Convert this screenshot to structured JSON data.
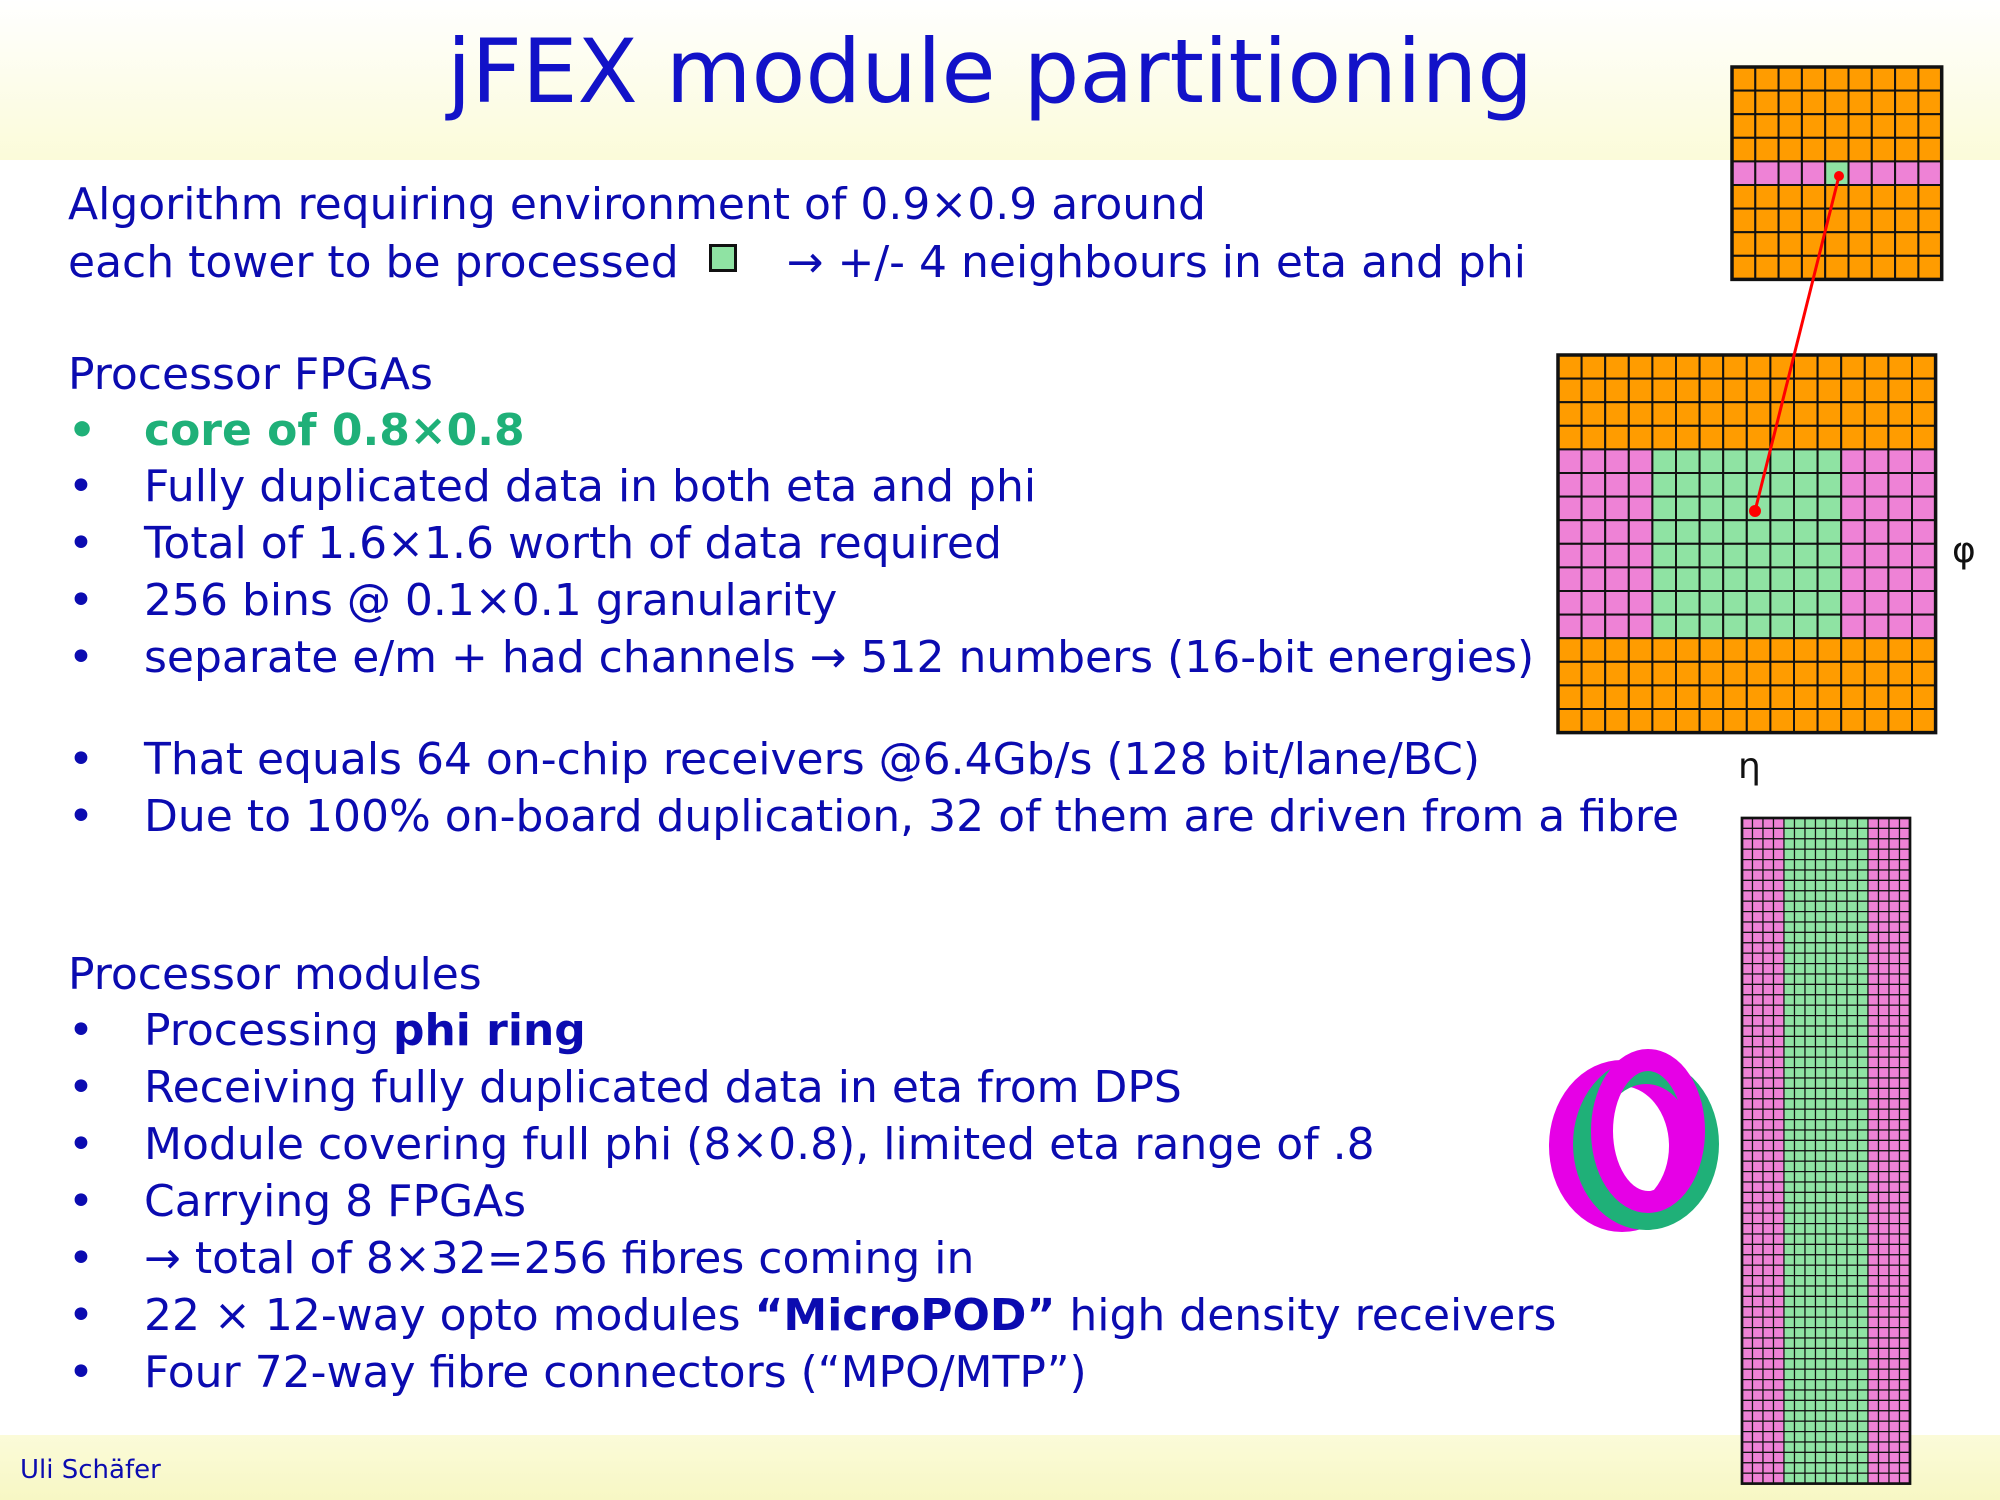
{
  "title": "jFEX module partitioning",
  "intro": {
    "line1": "Algorithm requiring environment of 0.9×0.9 around",
    "line2_before": "each tower to be processed",
    "line2_after": "→ +/- 4 neighbours in eta and phi"
  },
  "fpgas": {
    "heading": "Processor FPGAs",
    "bullet_char": "•",
    "items": [
      "core of 0.8×0.8",
      "Fully duplicated data in both eta and phi",
      "Total of 1.6×1.6 worth of data required",
      "256 bins @ 0.1×0.1 granularity",
      "separate e/m + had channels  → 512 numbers (16-bit energies)",
      "That equals 64 on-chip receivers @6.4Gb/s (128 bit/lane/BC)",
      "Due to 100% on-board duplication, 32 of them are driven from a fibre"
    ]
  },
  "modules": {
    "heading": "Processor modules",
    "items": {
      "i0_pre": "Processing ",
      "i0_bold": "phi ring",
      "i1": "Receiving fully duplicated data in eta from DPS",
      "i2": "Module covering full phi (8×0.8), limited eta range of .8",
      "i3": "Carrying 8 FPGAs",
      "i4": "→ total of 8×32=256 fibres coming in",
      "i5_pre": "22 × 12-way opto modules ",
      "i5_bold": "“MicroPOD”",
      "i5_post": " high density receivers",
      "i6": "Four 72-way fibre connectors (“MPO/MTP”)"
    }
  },
  "figure": {
    "phi_label": "φ",
    "eta_label": "η"
  },
  "footer": {
    "author": "Uli Schäfer"
  },
  "colors": {
    "text": "#0b0bb0",
    "orange": "#ff9c00",
    "pink": "#ee82d6",
    "green": "#8fe3a3",
    "magenta": "#e600e6",
    "teal": "#1fb078",
    "pointer": "#ff0000"
  }
}
